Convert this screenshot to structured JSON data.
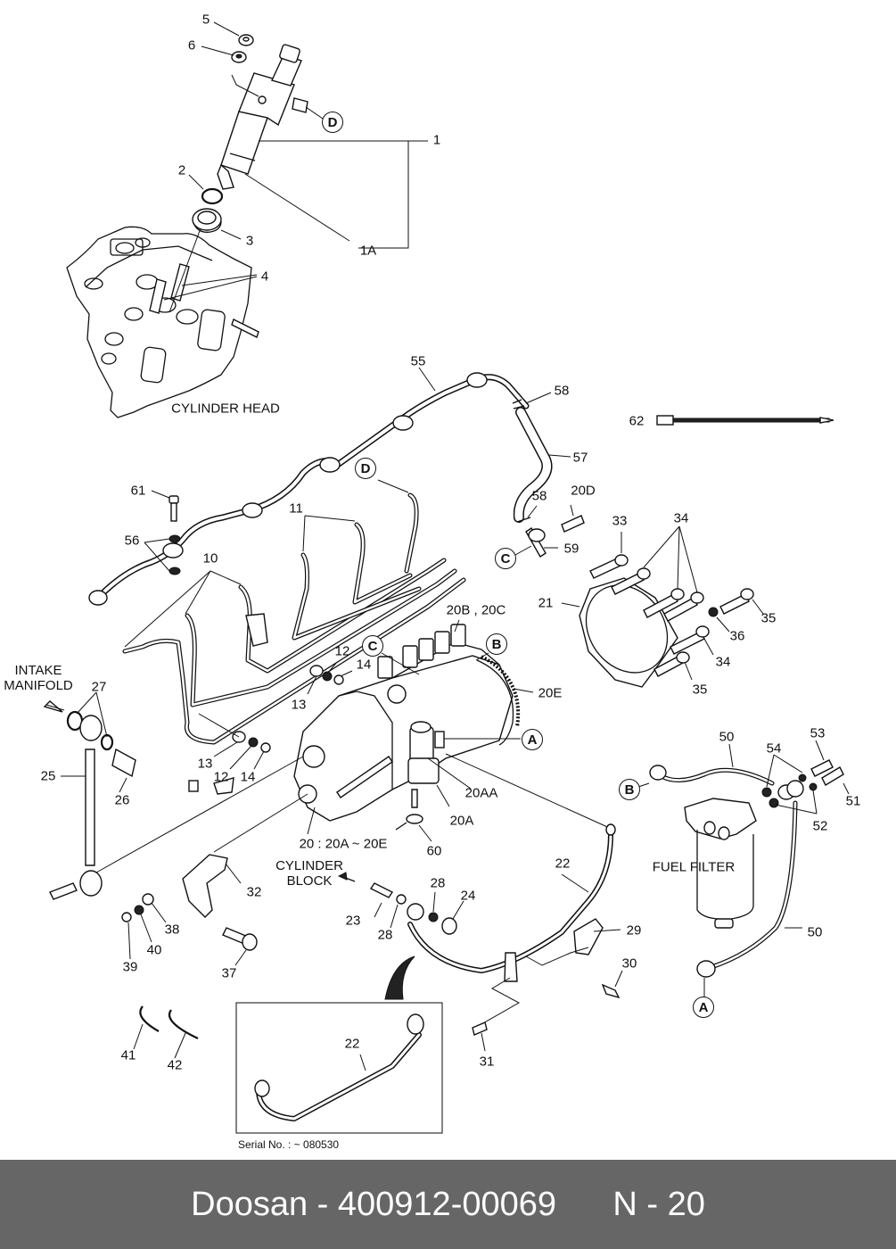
{
  "footer": {
    "brand": "Doosan",
    "part_number": "400912-00069",
    "page_code": "N - 20"
  },
  "captions": {
    "cylinder_head": "CYLINDER HEAD",
    "intake_manifold_line1": "INTAKE",
    "intake_manifold_line2": "MANIFOLD",
    "cylinder_block_line1": "CYLINDER",
    "cylinder_block_line2": "BLOCK",
    "fuel_filter": "FUEL FILTER",
    "pump_assembly": "20 : 20A ~ 20E",
    "serial": "Serial No. : ~ 080530"
  },
  "callouts": {
    "c1": "1",
    "c1A": "1A",
    "c2": "2",
    "c3": "3",
    "c4": "4",
    "c5": "5",
    "c6": "6",
    "c10": "10",
    "c11": "11",
    "c12a": "12",
    "c12b": "12",
    "c13a": "13",
    "c13b": "13",
    "c14a": "14",
    "c14b": "14",
    "c20A": "20A",
    "c20AA": "20AA",
    "c20BC": "20B , 20C",
    "c20D": "20D",
    "c20E": "20E",
    "c21": "21",
    "c22": "22",
    "c22inset": "22",
    "c23": "23",
    "c24": "24",
    "c25": "25",
    "c26": "26",
    "c27": "27",
    "c28a": "28",
    "c28b": "28",
    "c29": "29",
    "c30": "30",
    "c31": "31",
    "c32": "32",
    "c33": "33",
    "c34a": "34",
    "c34b": "34",
    "c35a": "35",
    "c35b": "35",
    "c36": "36",
    "c37": "37",
    "c38": "38",
    "c39": "39",
    "c40": "40",
    "c41": "41",
    "c42": "42",
    "c50a": "50",
    "c50b": "50",
    "c51": "51",
    "c52": "52",
    "c53": "53",
    "c54": "54",
    "c55": "55",
    "c56": "56",
    "c57": "57",
    "c58a": "58",
    "c58b": "58",
    "c59": "59",
    "c60": "60",
    "c61": "61",
    "c62": "62"
  },
  "references": {
    "A": "A",
    "B": "B",
    "C": "C",
    "D": "D"
  }
}
